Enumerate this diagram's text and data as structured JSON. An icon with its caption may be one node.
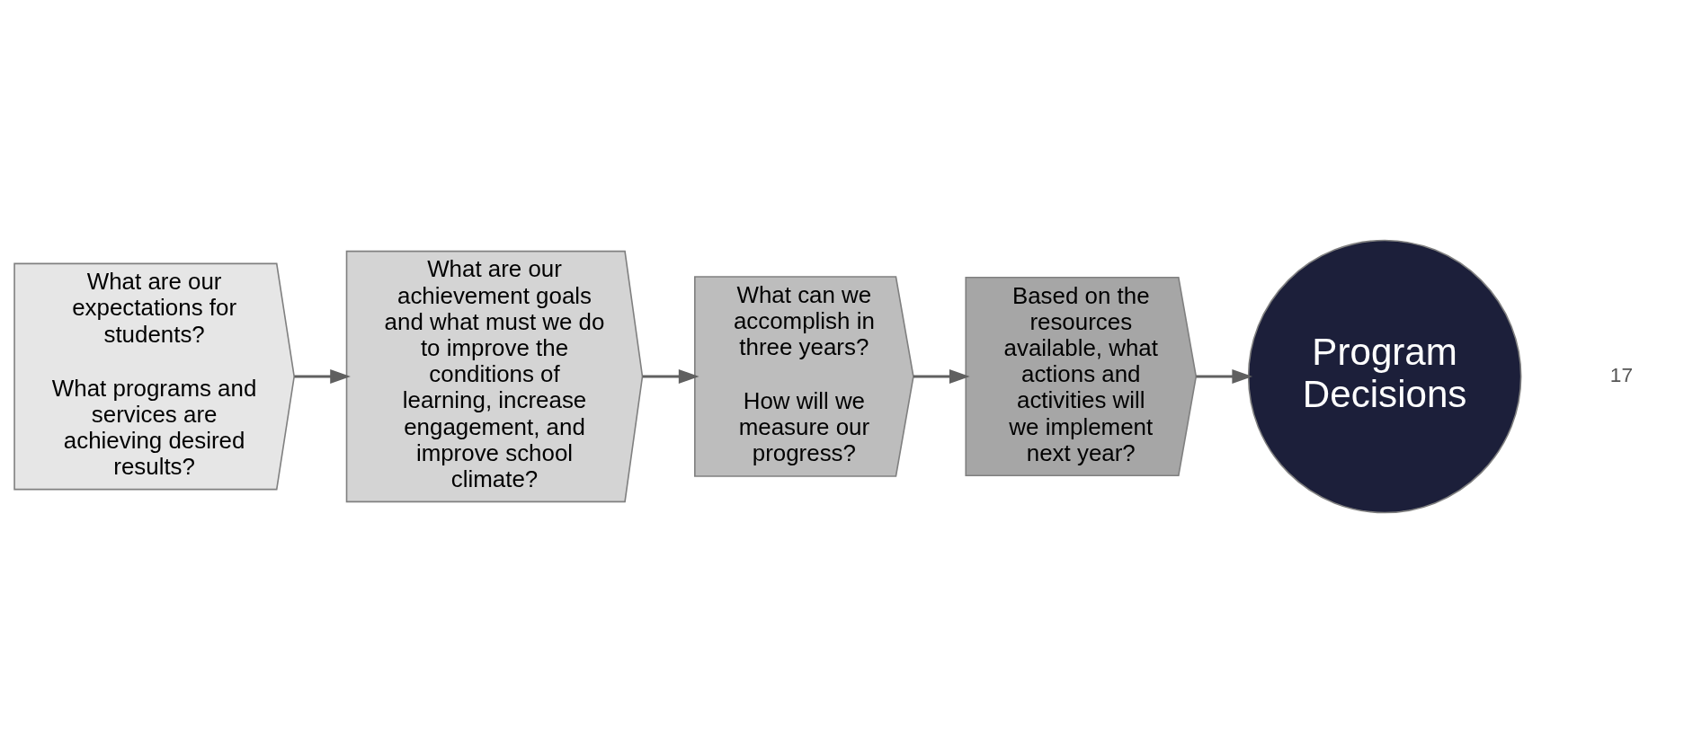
{
  "diagram": {
    "nodes": [
      {
        "text": [
          "What are our expectations for students?",
          "What programs and services are achieving desired results?"
        ]
      },
      {
        "text": [
          "What are our achievement goals and what must we do to improve the conditions of learning, increase engagement, and improve school climate?"
        ]
      },
      {
        "text": [
          "What can we accomplish in three years?",
          "How will we measure our progress?"
        ]
      },
      {
        "text": [
          "Based on the resources available, what actions and activities will we implement next year?"
        ]
      },
      {
        "text": [
          "Program Decisions"
        ]
      }
    ],
    "edges": [
      {
        "from": 0,
        "to": 1,
        "arrow": "to"
      },
      {
        "from": 1,
        "to": 2,
        "arrow": "to"
      },
      {
        "from": 2,
        "to": 3,
        "arrow": "to"
      },
      {
        "from": 3,
        "to": 4,
        "arrow": "to"
      }
    ],
    "labels": [
      "17"
    ]
  }
}
